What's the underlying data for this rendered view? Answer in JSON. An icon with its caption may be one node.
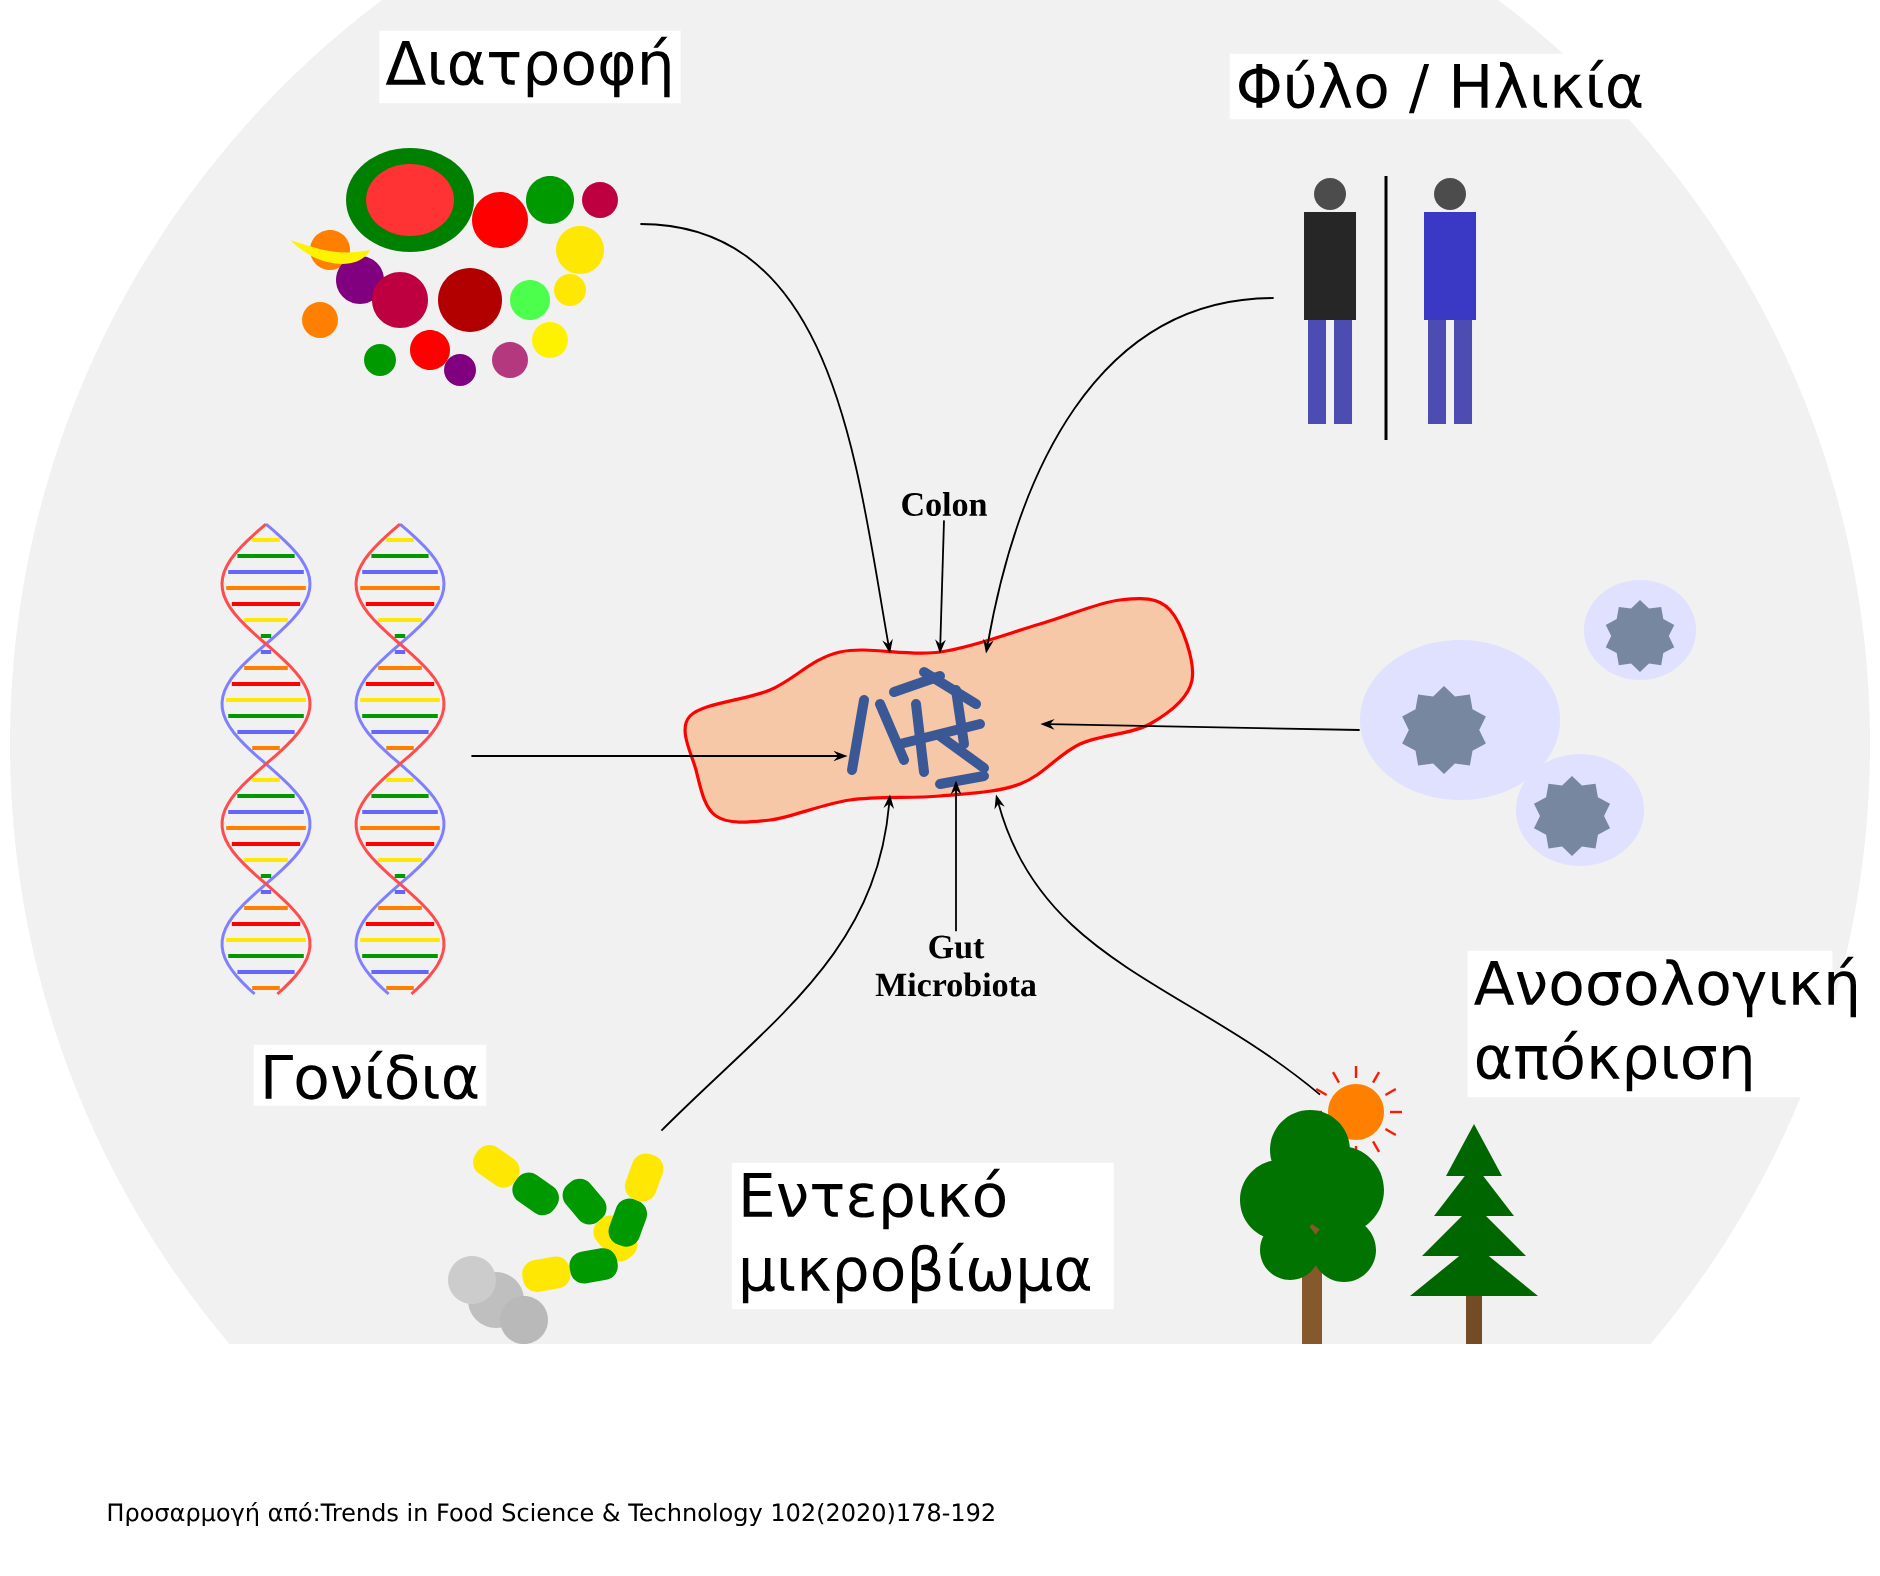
{
  "diagram": {
    "caption": "Προσαρμογή από:Trends in Food Science & Technology 102(2020)178-192",
    "nodes": [
      {
        "text": [],
        "shape": "picture"
      },
      {
        "text": [],
        "shape": "picture",
        "in": 0
      },
      {
        "text": [
          "Colon"
        ]
      },
      {
        "text": [
          "Gut Microbiota"
        ]
      },
      {
        "text": [
          "Διατροφή"
        ]
      },
      {
        "text": [
          "Φύλο / Ηλικία"
        ]
      },
      {
        "text": [
          "Γονίδια"
        ]
      },
      {
        "text": [
          "Ανοσολογική απόκριση"
        ]
      },
      {
        "text": [
          "Εντερικό μικροβίωμα"
        ]
      },
      {
        "text": [],
        "shape": "picture"
      }
    ],
    "edges": [
      {
        "from": 2,
        "to": 0,
        "arrow": "to"
      },
      {
        "from": 3,
        "to": 1,
        "arrow": "to"
      },
      {
        "from": 4,
        "to": 0,
        "arrow": "to"
      },
      {
        "from": 5,
        "to": 0,
        "arrow": "to"
      },
      {
        "from": 6,
        "to": 1,
        "arrow": "to"
      },
      {
        "from": 7,
        "to": 0,
        "arrow": "to"
      },
      {
        "from": 8,
        "to": 0,
        "arrow": "to"
      },
      {
        "from": 9,
        "to": 0,
        "arrow": "to"
      }
    ]
  }
}
